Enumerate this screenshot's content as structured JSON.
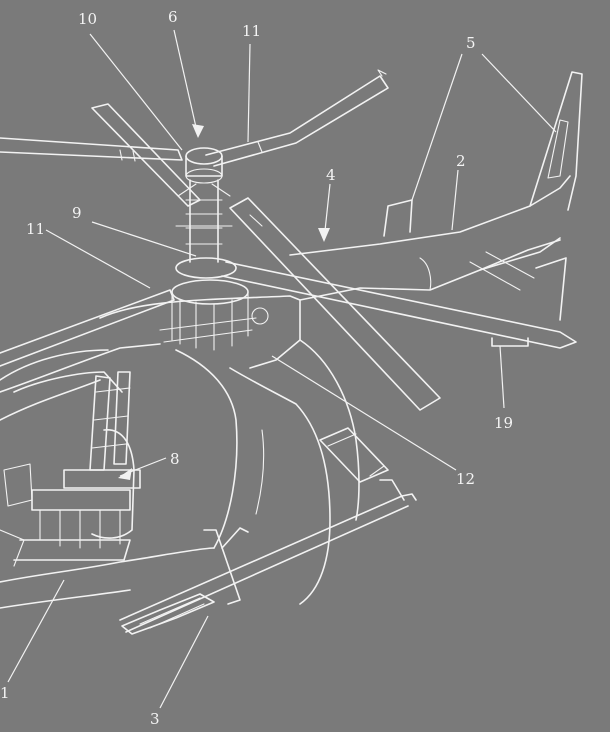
{
  "callouts": {
    "c10": "10",
    "c6": "6",
    "c11_top": "11",
    "c5": "5",
    "c2": "2",
    "c4": "4",
    "c9": "9",
    "c11_left": "11",
    "c19": "19",
    "c8": "8",
    "c12": "12",
    "c1": "1",
    "c3": "3"
  },
  "colors": {
    "background": "#7a7a7a",
    "linework": "#f2f2f2"
  }
}
